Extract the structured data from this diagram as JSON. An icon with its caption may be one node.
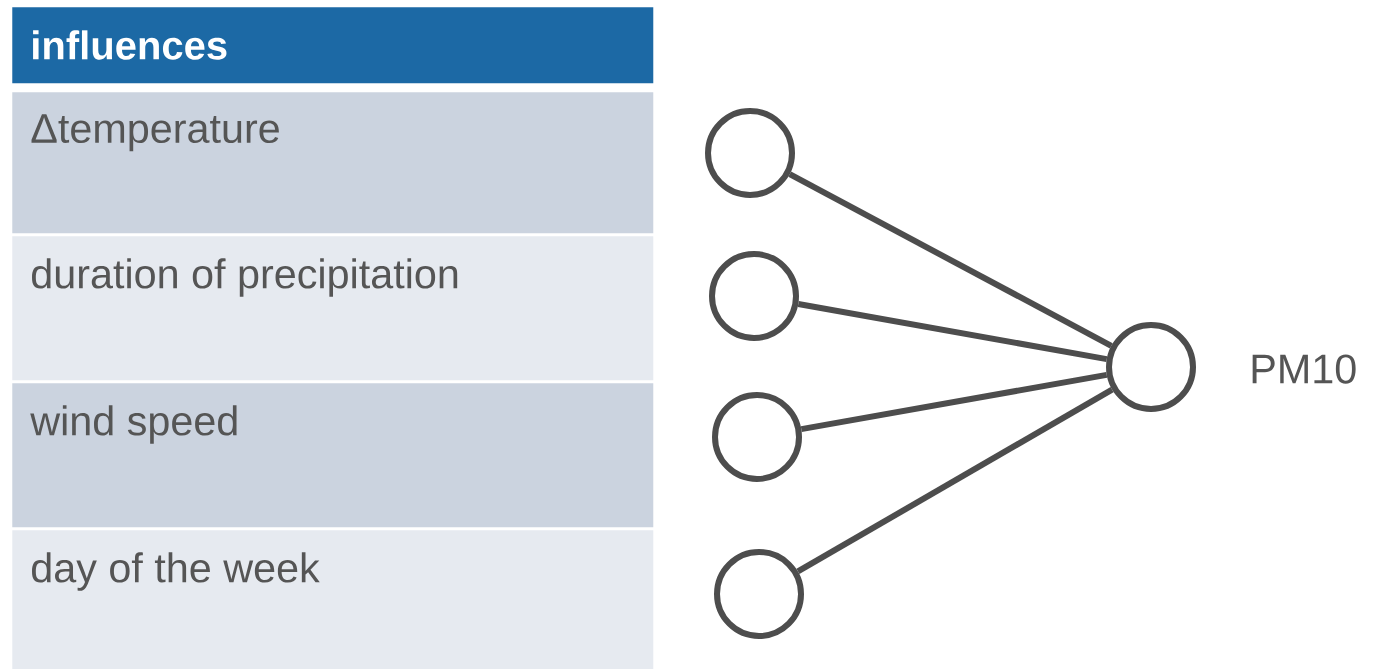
{
  "diagram": {
    "nodes": [
      {
        "text": [
          "influences"
        ]
      },
      {
        "text": [
          "Δtemperature"
        ]
      },
      {
        "text": [
          "duration of precipitation"
        ]
      },
      {
        "text": [
          "wind speed"
        ]
      },
      {
        "text": [
          "day of the week"
        ]
      },
      {
        "text": [],
        "shape": "circle"
      },
      {
        "text": [],
        "shape": "circle"
      },
      {
        "text": [],
        "shape": "circle"
      },
      {
        "text": [],
        "shape": "circle"
      },
      {
        "text": [],
        "shape": "circle",
        "beside": [
          "PM10"
        ]
      }
    ],
    "edges": [
      {
        "from": 5,
        "to": 9,
        "arrow": "none"
      },
      {
        "from": 6,
        "to": 9,
        "arrow": "none"
      },
      {
        "from": 7,
        "to": 9,
        "arrow": "none"
      },
      {
        "from": 8,
        "to": 9,
        "arrow": "none"
      }
    ]
  }
}
